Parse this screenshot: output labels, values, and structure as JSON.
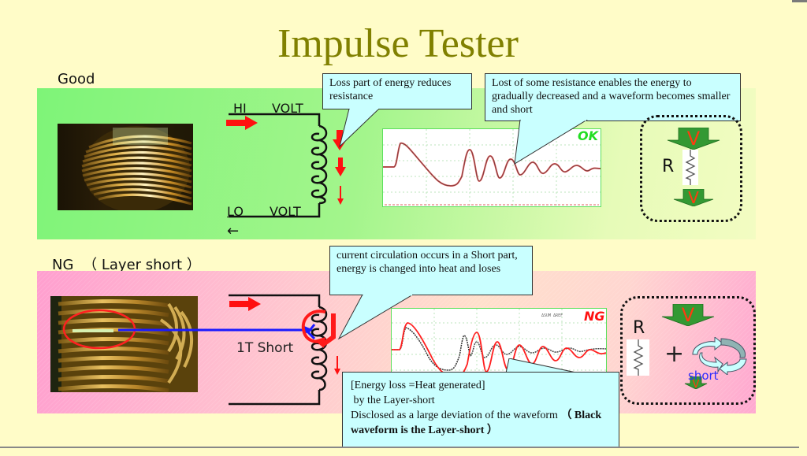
{
  "title": "Impulse Tester",
  "good": {
    "label": "Good",
    "circuit": {
      "hi_label": "HI",
      "hi_volt": "VOLT",
      "lo_label": "LO",
      "lo_volt": "VOLT",
      "return_arrow": "←"
    },
    "callout_energy": "Loss part of energy reduces resistance",
    "callout_resistance": "Lost of some resistance enables the energy to gradually decreased and a waveform becomes smaller and short",
    "scope_badge": "OK",
    "model": {
      "r_label": "R",
      "v_top": "V",
      "v_bottom": "V"
    }
  },
  "ng": {
    "label_prefix": "NG",
    "label_suffix": "（ Layer short ）",
    "short_label": "1T Short",
    "callout_circulation": "current circulation occurs in a Short part, energy is changed into heat and loses",
    "callout_loss_line1": "[Energy loss =Heat generated]",
    "callout_loss_line2": " by the Layer-short",
    "callout_loss_line3": "Disclosed as a large deviation of the waveform ",
    "callout_loss_bold": "（ Black waveform is the Layer-short ）",
    "scope_badge": "NG",
    "model": {
      "r_label": "R",
      "plus": "+",
      "short_label": "short",
      "v_top": "V",
      "v_bottom": "V"
    }
  },
  "colors": {
    "title": "#808000",
    "good_panel": "#7ef478",
    "ng_panel": "#ff9fcf",
    "callout_bg": "#c9ffff",
    "arrow_red": "#ff0000",
    "ok_badge": "#22dd22",
    "ng_badge": "#ff0000",
    "v_arrow_green": "#339933"
  }
}
